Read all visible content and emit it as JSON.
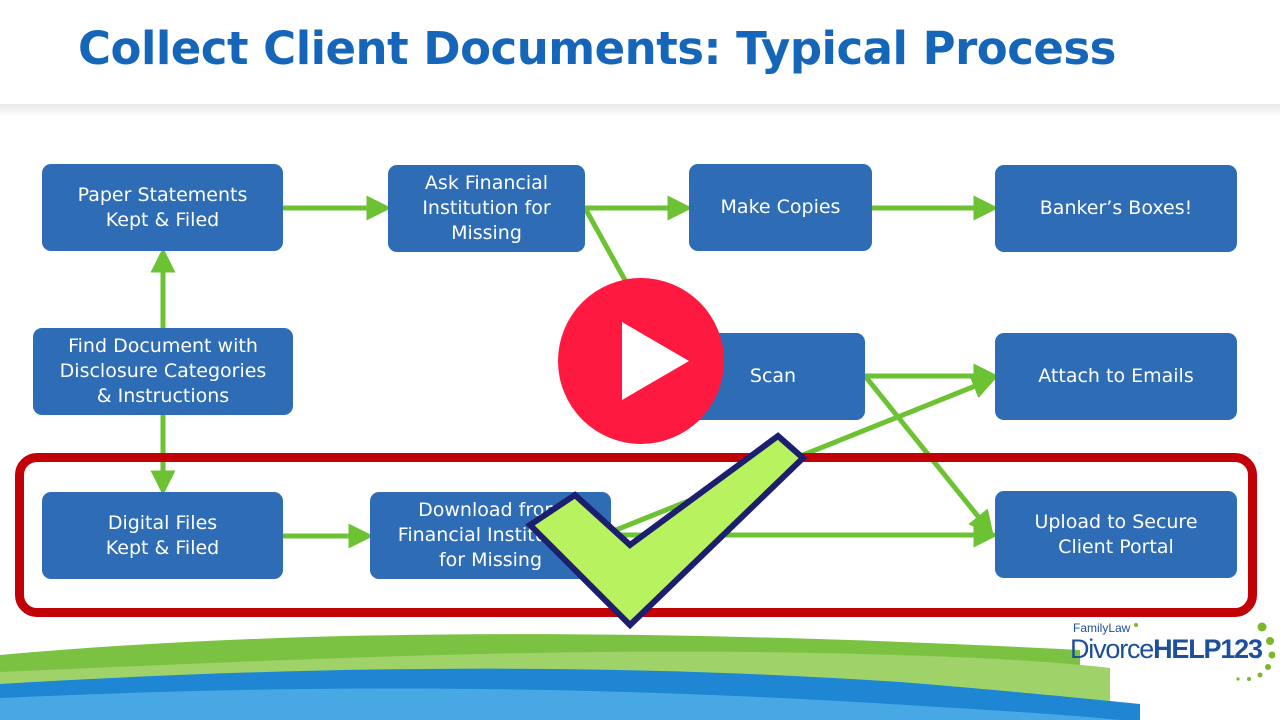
{
  "slide": {
    "title": "Collect Client Documents: Typical Process"
  },
  "nodes": [
    {
      "id": "paper",
      "label": "Paper Statements\nKept & Filed"
    },
    {
      "id": "ask",
      "label": "Ask Financial\nInstitution for\nMissing"
    },
    {
      "id": "copies",
      "label": "Make Copies"
    },
    {
      "id": "boxes",
      "label": "Banker’s Boxes!"
    },
    {
      "id": "find",
      "label": "Find Document with\nDisclosure Categories\n& Instructions"
    },
    {
      "id": "scan",
      "label": "Scan"
    },
    {
      "id": "emails",
      "label": "Attach to Emails"
    },
    {
      "id": "digital",
      "label": "Digital Files\nKept & Filed"
    },
    {
      "id": "download",
      "label": "Download from\nFinancial Institution\nfor Missing"
    },
    {
      "id": "upload",
      "label": "Upload to Secure\nClient Portal"
    }
  ],
  "connections": [
    {
      "from": "find",
      "to": "paper"
    },
    {
      "from": "find",
      "to": "digital"
    },
    {
      "from": "paper",
      "to": "ask"
    },
    {
      "from": "ask",
      "to": "copies"
    },
    {
      "from": "ask",
      "to": "scan"
    },
    {
      "from": "copies",
      "to": "boxes"
    },
    {
      "from": "scan",
      "to": "emails"
    },
    {
      "from": "scan",
      "to": "upload"
    },
    {
      "from": "digital",
      "to": "download"
    },
    {
      "from": "download",
      "to": "emails"
    },
    {
      "from": "download",
      "to": "upload"
    }
  ],
  "logo": {
    "small": "FamilyLaw",
    "main_light": "Divorce",
    "main_bold": "HELP123"
  },
  "colors": {
    "title": "#1565b8",
    "node_fill": "#2e6cb5",
    "node_text": "#ffffff",
    "arrow": "#6cc232",
    "highlight_frame": "#c10007",
    "checkmark_fill": "#b8f25e",
    "checkmark_outline": "#1c1f6e",
    "play_button": "#fd1940",
    "logo_text": "#1e4f9a",
    "logo_dots": "#7ab829"
  },
  "overlays": {
    "play_icon": "play-icon",
    "checkmark_icon": "checkmark-icon",
    "highlight": "highlight-frame"
  }
}
